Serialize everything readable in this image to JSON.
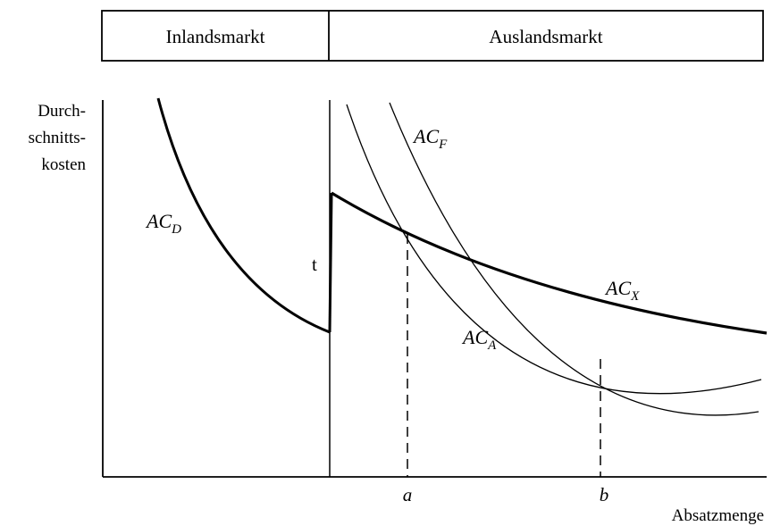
{
  "header": {
    "left": "Inlandsmarkt",
    "right": "Auslandsmarkt"
  },
  "axes": {
    "ylabel_lines": [
      "Durch-",
      "schnitts-",
      "kosten"
    ],
    "xlabel": "Absatzmenge"
  },
  "markers": {
    "a": "a",
    "b": "b",
    "t": "t"
  },
  "curves": {
    "AC_D": {
      "base": "AC",
      "sub": "D"
    },
    "AC_F": {
      "base": "AC",
      "sub": "F"
    },
    "AC_X": {
      "base": "AC",
      "sub": "X"
    },
    "AC_A": {
      "base": "AC",
      "sub": "A"
    }
  }
}
